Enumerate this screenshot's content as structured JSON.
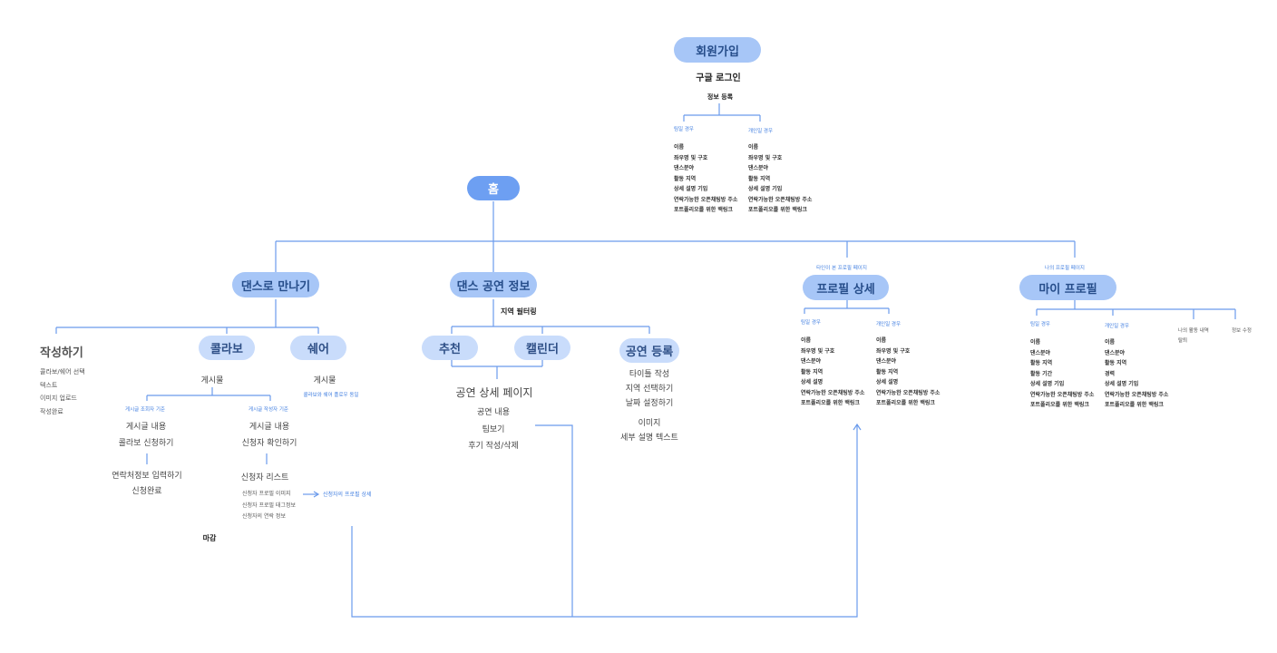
{
  "signup": {
    "title": "회원가입",
    "google_login": "구글 로그인",
    "register_info": "정보 등록",
    "team_label": "팀일 경우",
    "personal_label": "개인일 경우",
    "team_fields": [
      "이름",
      "좌우명 및 구호",
      "댄스분야",
      "활동 지역",
      "상세 설명 기입",
      "연락가능한 오픈채팅방 주소",
      "포트폴리오를 위한 백링크"
    ],
    "personal_fields": [
      "이름",
      "좌우명 및 구호",
      "댄스분야",
      "활동 지역",
      "상세 설명 기입",
      "연락가능한 오픈채팅방 주소",
      "포트폴리오를 위한 백링크"
    ]
  },
  "home": {
    "title": "홈"
  },
  "dance_meet": {
    "title": "댄스로 만나기",
    "write": {
      "title": "작성하기",
      "items": [
        "콜라보/쉐어 선택",
        "텍스트",
        "이미지 업로드",
        "작성완료"
      ]
    },
    "collab": {
      "title": "콜라보",
      "post": "게시물",
      "viewer_label": "게시글 조회자 기준",
      "writer_label": "게시글 작성자 기준",
      "viewer_items": [
        "게시글 내용",
        "콜라보 신청하기"
      ],
      "viewer_next": [
        "연락처정보 입력하기",
        "신청완료"
      ],
      "writer_items": [
        "게시글 내용",
        "신청자 확인하기"
      ],
      "applicant_list": "신청자 리스트",
      "applicant_details": [
        "신청자 프로필 이미지",
        "신청자 프로필 태그정보",
        "신청자의 연락 정보"
      ],
      "applicant_link": "신청자의 프로필 상세",
      "closed": "마감"
    },
    "share": {
      "title": "쉐어",
      "post": "게시물",
      "note": "콜라보와 쉐어 플로우 동일"
    }
  },
  "performance": {
    "title": "댄스 공연 정보",
    "region_filter": "지역 필터링",
    "recommend": "추천",
    "calendar": "캘린더",
    "register": {
      "title": "공연 등록",
      "items": [
        "타이틀 작성",
        "지역 선택하기",
        "날짜 설정하기",
        "이미지",
        "세부 설명 텍스트"
      ]
    },
    "detail": {
      "title": "공연 상세 페이지",
      "items": [
        "공연 내용",
        "팀보기",
        "후기 작성/삭제"
      ]
    }
  },
  "profile_detail": {
    "caption": "타인이 본 프로필 페이지",
    "title": "프로필 상세",
    "team_label": "팀일 경우",
    "personal_label": "개인일 경우",
    "team_fields": [
      "이름",
      "좌우명 및 구호",
      "댄스분야",
      "활동 지역",
      "상세 설명",
      "연락가능한 오픈채팅방 주소",
      "포트폴리오를 위한 백링크"
    ],
    "personal_fields": [
      "이름",
      "좌우명 및 구호",
      "댄스분야",
      "활동 지역",
      "상세 설명",
      "연락가능한 오픈채팅방 주소",
      "포트폴리오를 위한 백링크"
    ]
  },
  "my_profile": {
    "caption": "나의 프로필 페이지",
    "title": "마이 프로필",
    "team_label": "팀일 경우",
    "personal_label": "개인일 경우",
    "team_fields": [
      "이름",
      "댄스분야",
      "활동 지역",
      "활동 기간",
      "상세 설명 기입",
      "연락가능한 오픈채팅방 주소",
      "포트폴리오를 위한 백링크"
    ],
    "personal_fields": [
      "이름",
      "댄스분야",
      "활동 지역",
      "경력",
      "상세 설명 기입",
      "연락가능한 오픈채팅방 주소",
      "포트폴리오를 위한 백링크"
    ],
    "activity": [
      "나의 활동 내역",
      "탈퇴"
    ],
    "edit": "정보 수정"
  },
  "colors": {
    "line": "#5b8fe8",
    "pill_dark": "#6d9ff2",
    "pill_light": "#c9dcfb",
    "accent_text": "#3f7de0"
  }
}
